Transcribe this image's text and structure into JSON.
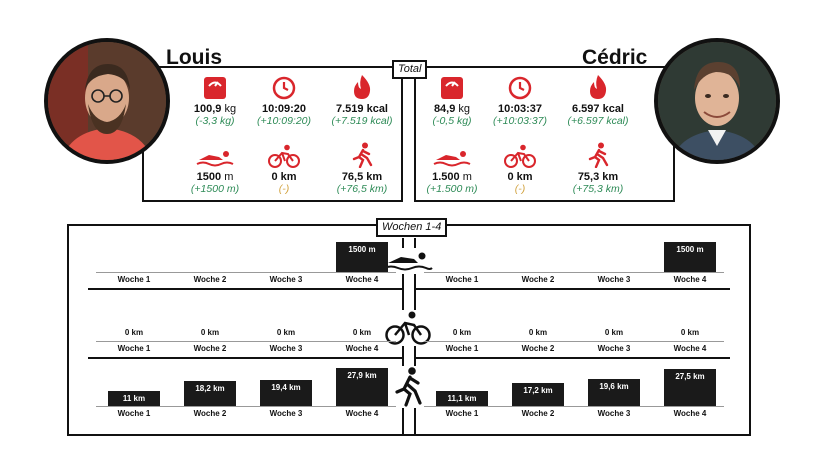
{
  "total_label": "Total",
  "weeks_label": "Wochen 1-4",
  "colors": {
    "icon_red": "#d9262c",
    "delta_green": "#2e8b57",
    "delta_neutral": "#d1a13d",
    "bar": "#1a1a1a"
  },
  "left": {
    "name": "Louis",
    "weight": {
      "value": "100,9",
      "unit": "kg",
      "delta": "(-3,3 kg)"
    },
    "time": {
      "value": "10:09:20",
      "delta": "(+10:09:20)"
    },
    "kcal": {
      "value": "7.519 kcal",
      "delta": "(+7.519 kcal)"
    },
    "swim": {
      "value": "1500",
      "unit": "m",
      "delta": "(+1500 m)"
    },
    "bike": {
      "value": "0 km",
      "delta": "(-)"
    },
    "run": {
      "value": "76,5 km",
      "delta": "(+76,5 km)"
    }
  },
  "right": {
    "name": "Cédric",
    "weight": {
      "value": "84,9",
      "unit": "kg",
      "delta": "(-0,5 kg)"
    },
    "time": {
      "value": "10:03:37",
      "delta": "(+10:03:37)"
    },
    "kcal": {
      "value": "6.597 kcal",
      "delta": "(+6.597 kcal)"
    },
    "swim": {
      "value": "1.500",
      "unit": "m",
      "delta": "(+1.500 m)"
    },
    "bike": {
      "value": "0 km",
      "delta": "(-)"
    },
    "run": {
      "value": "75,3 km",
      "delta": "(+75,3 km)"
    }
  },
  "week_labels": [
    "Woche 1",
    "Woche 2",
    "Woche 3",
    "Woche 4"
  ],
  "icons": [
    "scale-icon",
    "clock-icon",
    "flame-icon",
    "swimmer-icon",
    "cyclist-icon",
    "runner-icon"
  ],
  "chart_data": [
    {
      "type": "bar",
      "side": "Louis",
      "row": "swim",
      "categories": [
        "Woche 1",
        "Woche 2",
        "Woche 3",
        "Woche 4"
      ],
      "values": [
        0,
        0,
        0,
        1500
      ],
      "labels": [
        "",
        "",
        "",
        "1500 m"
      ],
      "max": 1500
    },
    {
      "type": "bar",
      "side": "Cédric",
      "row": "swim",
      "categories": [
        "Woche 1",
        "Woche 2",
        "Woche 3",
        "Woche 4"
      ],
      "values": [
        0,
        0,
        0,
        1500
      ],
      "labels": [
        "",
        "",
        "",
        "1500 m"
      ],
      "max": 1500
    },
    {
      "type": "bar",
      "side": "Louis",
      "row": "bike",
      "categories": [
        "Woche 1",
        "Woche 2",
        "Woche 3",
        "Woche 4"
      ],
      "values": [
        0,
        0,
        0,
        0
      ],
      "labels": [
        "0 km",
        "0 km",
        "0 km",
        "0 km"
      ],
      "max": 1
    },
    {
      "type": "bar",
      "side": "Cédric",
      "row": "bike",
      "categories": [
        "Woche 1",
        "Woche 2",
        "Woche 3",
        "Woche 4"
      ],
      "values": [
        0,
        0,
        0,
        0
      ],
      "labels": [
        "0 km",
        "0 km",
        "0 km",
        "0 km"
      ],
      "max": 1
    },
    {
      "type": "bar",
      "side": "Louis",
      "row": "run",
      "categories": [
        "Woche 1",
        "Woche 2",
        "Woche 3",
        "Woche 4"
      ],
      "values": [
        11,
        18.2,
        19.4,
        27.9
      ],
      "labels": [
        "11 km",
        "18,2 km",
        "19,4 km",
        "27,9 km"
      ],
      "max": 27.9
    },
    {
      "type": "bar",
      "side": "Cédric",
      "row": "run",
      "categories": [
        "Woche 1",
        "Woche 2",
        "Woche 3",
        "Woche 4"
      ],
      "values": [
        11.1,
        17.2,
        19.6,
        27.5
      ],
      "labels": [
        "11,1 km",
        "17,2 km",
        "19,6 km",
        "27,5 km"
      ],
      "max": 27.9
    }
  ]
}
